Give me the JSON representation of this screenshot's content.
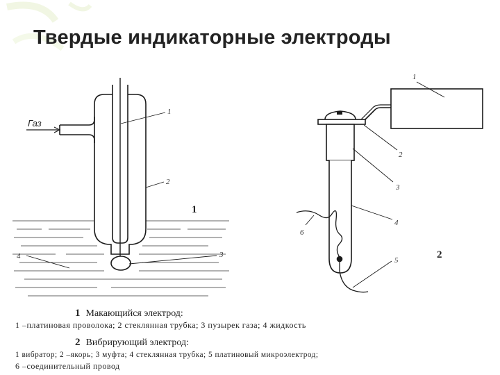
{
  "title": "Твердые индикаторные электроды",
  "fig1": {
    "gas_label": "Газ",
    "labels": [
      "1",
      "2",
      "3",
      "4"
    ],
    "number": "1"
  },
  "fig2": {
    "labels": [
      "1",
      "2",
      "3",
      "4",
      "5",
      "6"
    ],
    "number": "2"
  },
  "caption1": {
    "num": "1",
    "title": "Макающийся электрод:",
    "legend": "1 –платиновая проволока;  2  стеклянная трубка;  3  пузырек газа;  4  жидкость"
  },
  "caption2": {
    "num": "2",
    "title": "Вибрирующий электрод:",
    "legend1": "1  вибратор;  2 –якорь;  3  муфта;  4  стеклянная  трубка;  5  платиновый  микроэлектрод;",
    "legend2": "6 –соединительный провод"
  },
  "colors": {
    "ink": "#1a1a1a",
    "liquid": "#555555",
    "bg": "#ffffff"
  }
}
